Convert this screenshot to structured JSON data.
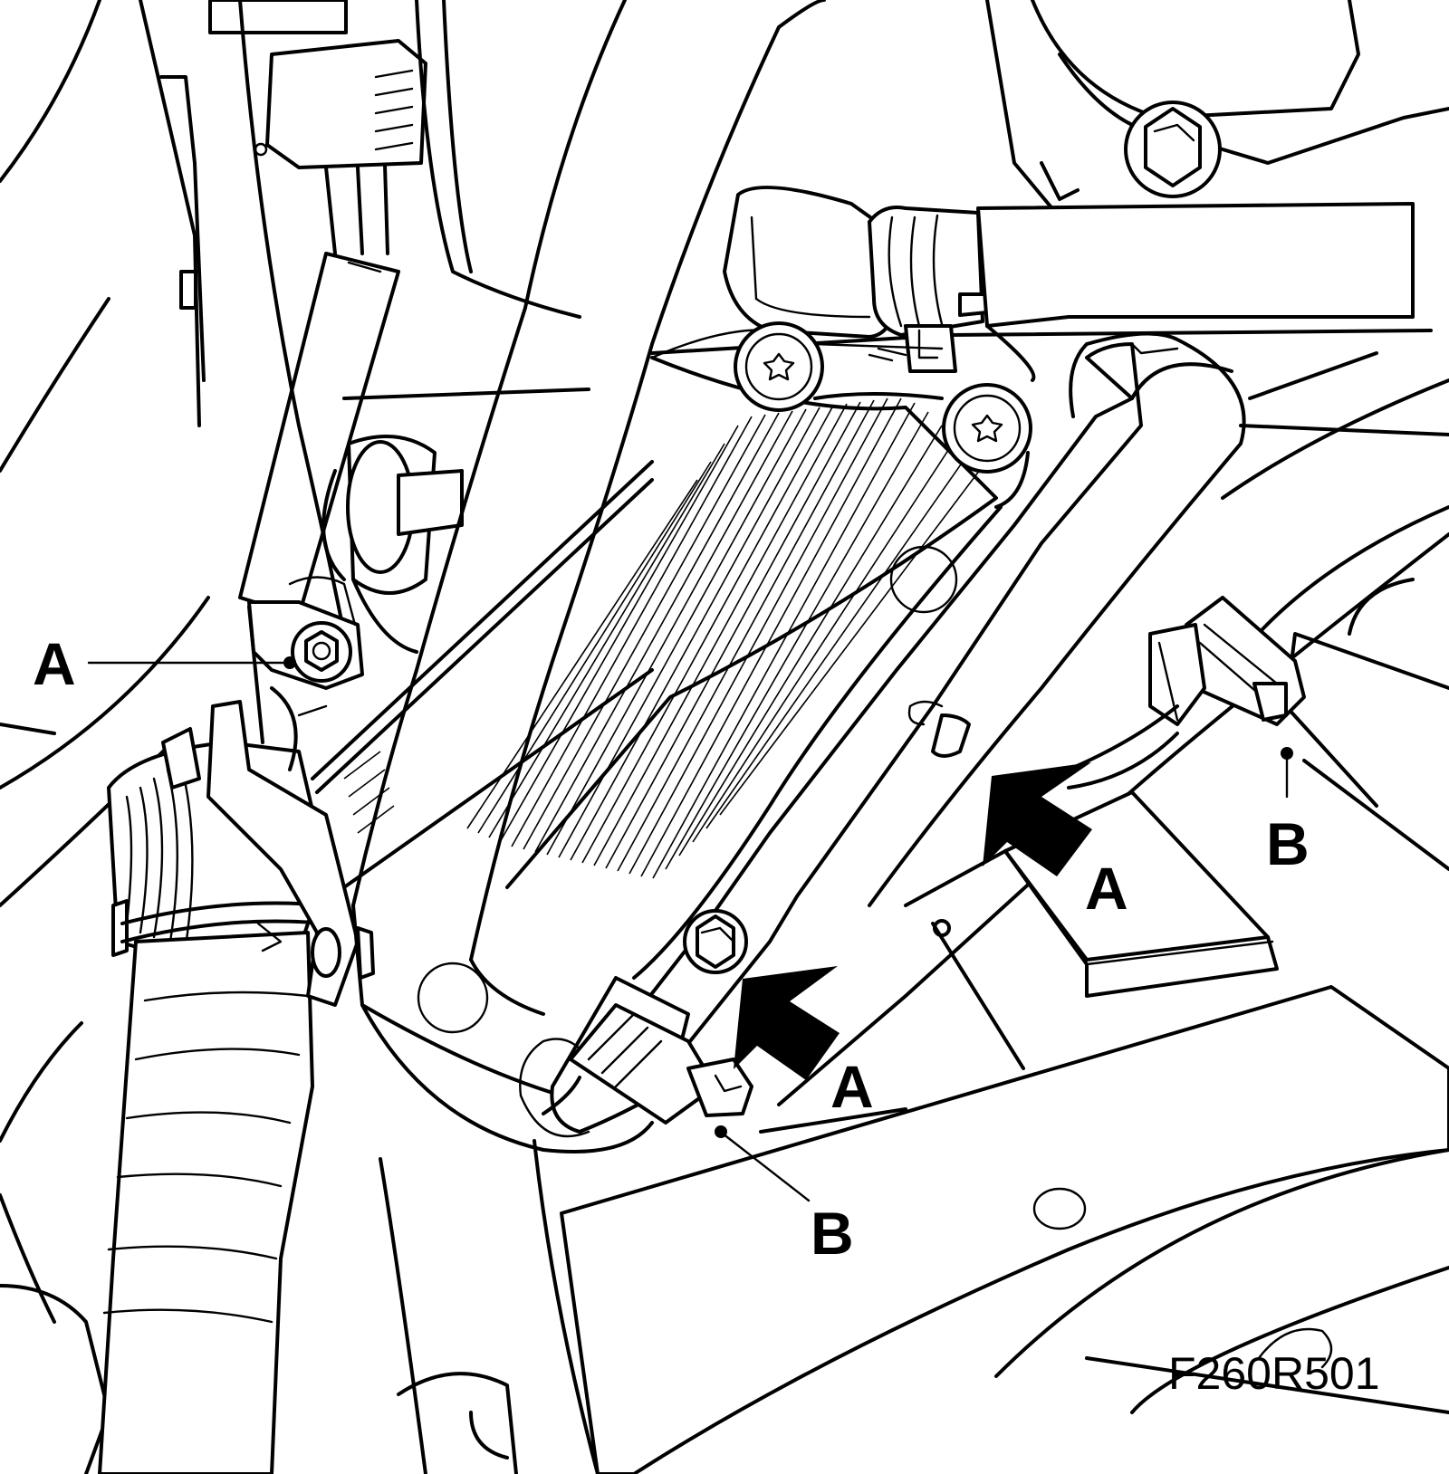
{
  "figure_id": "F260R501",
  "callouts": {
    "left_bolt": "A",
    "arrow_upper": "A",
    "arrow_lower": "A",
    "clip_right": "B",
    "clip_bottom": "B"
  }
}
